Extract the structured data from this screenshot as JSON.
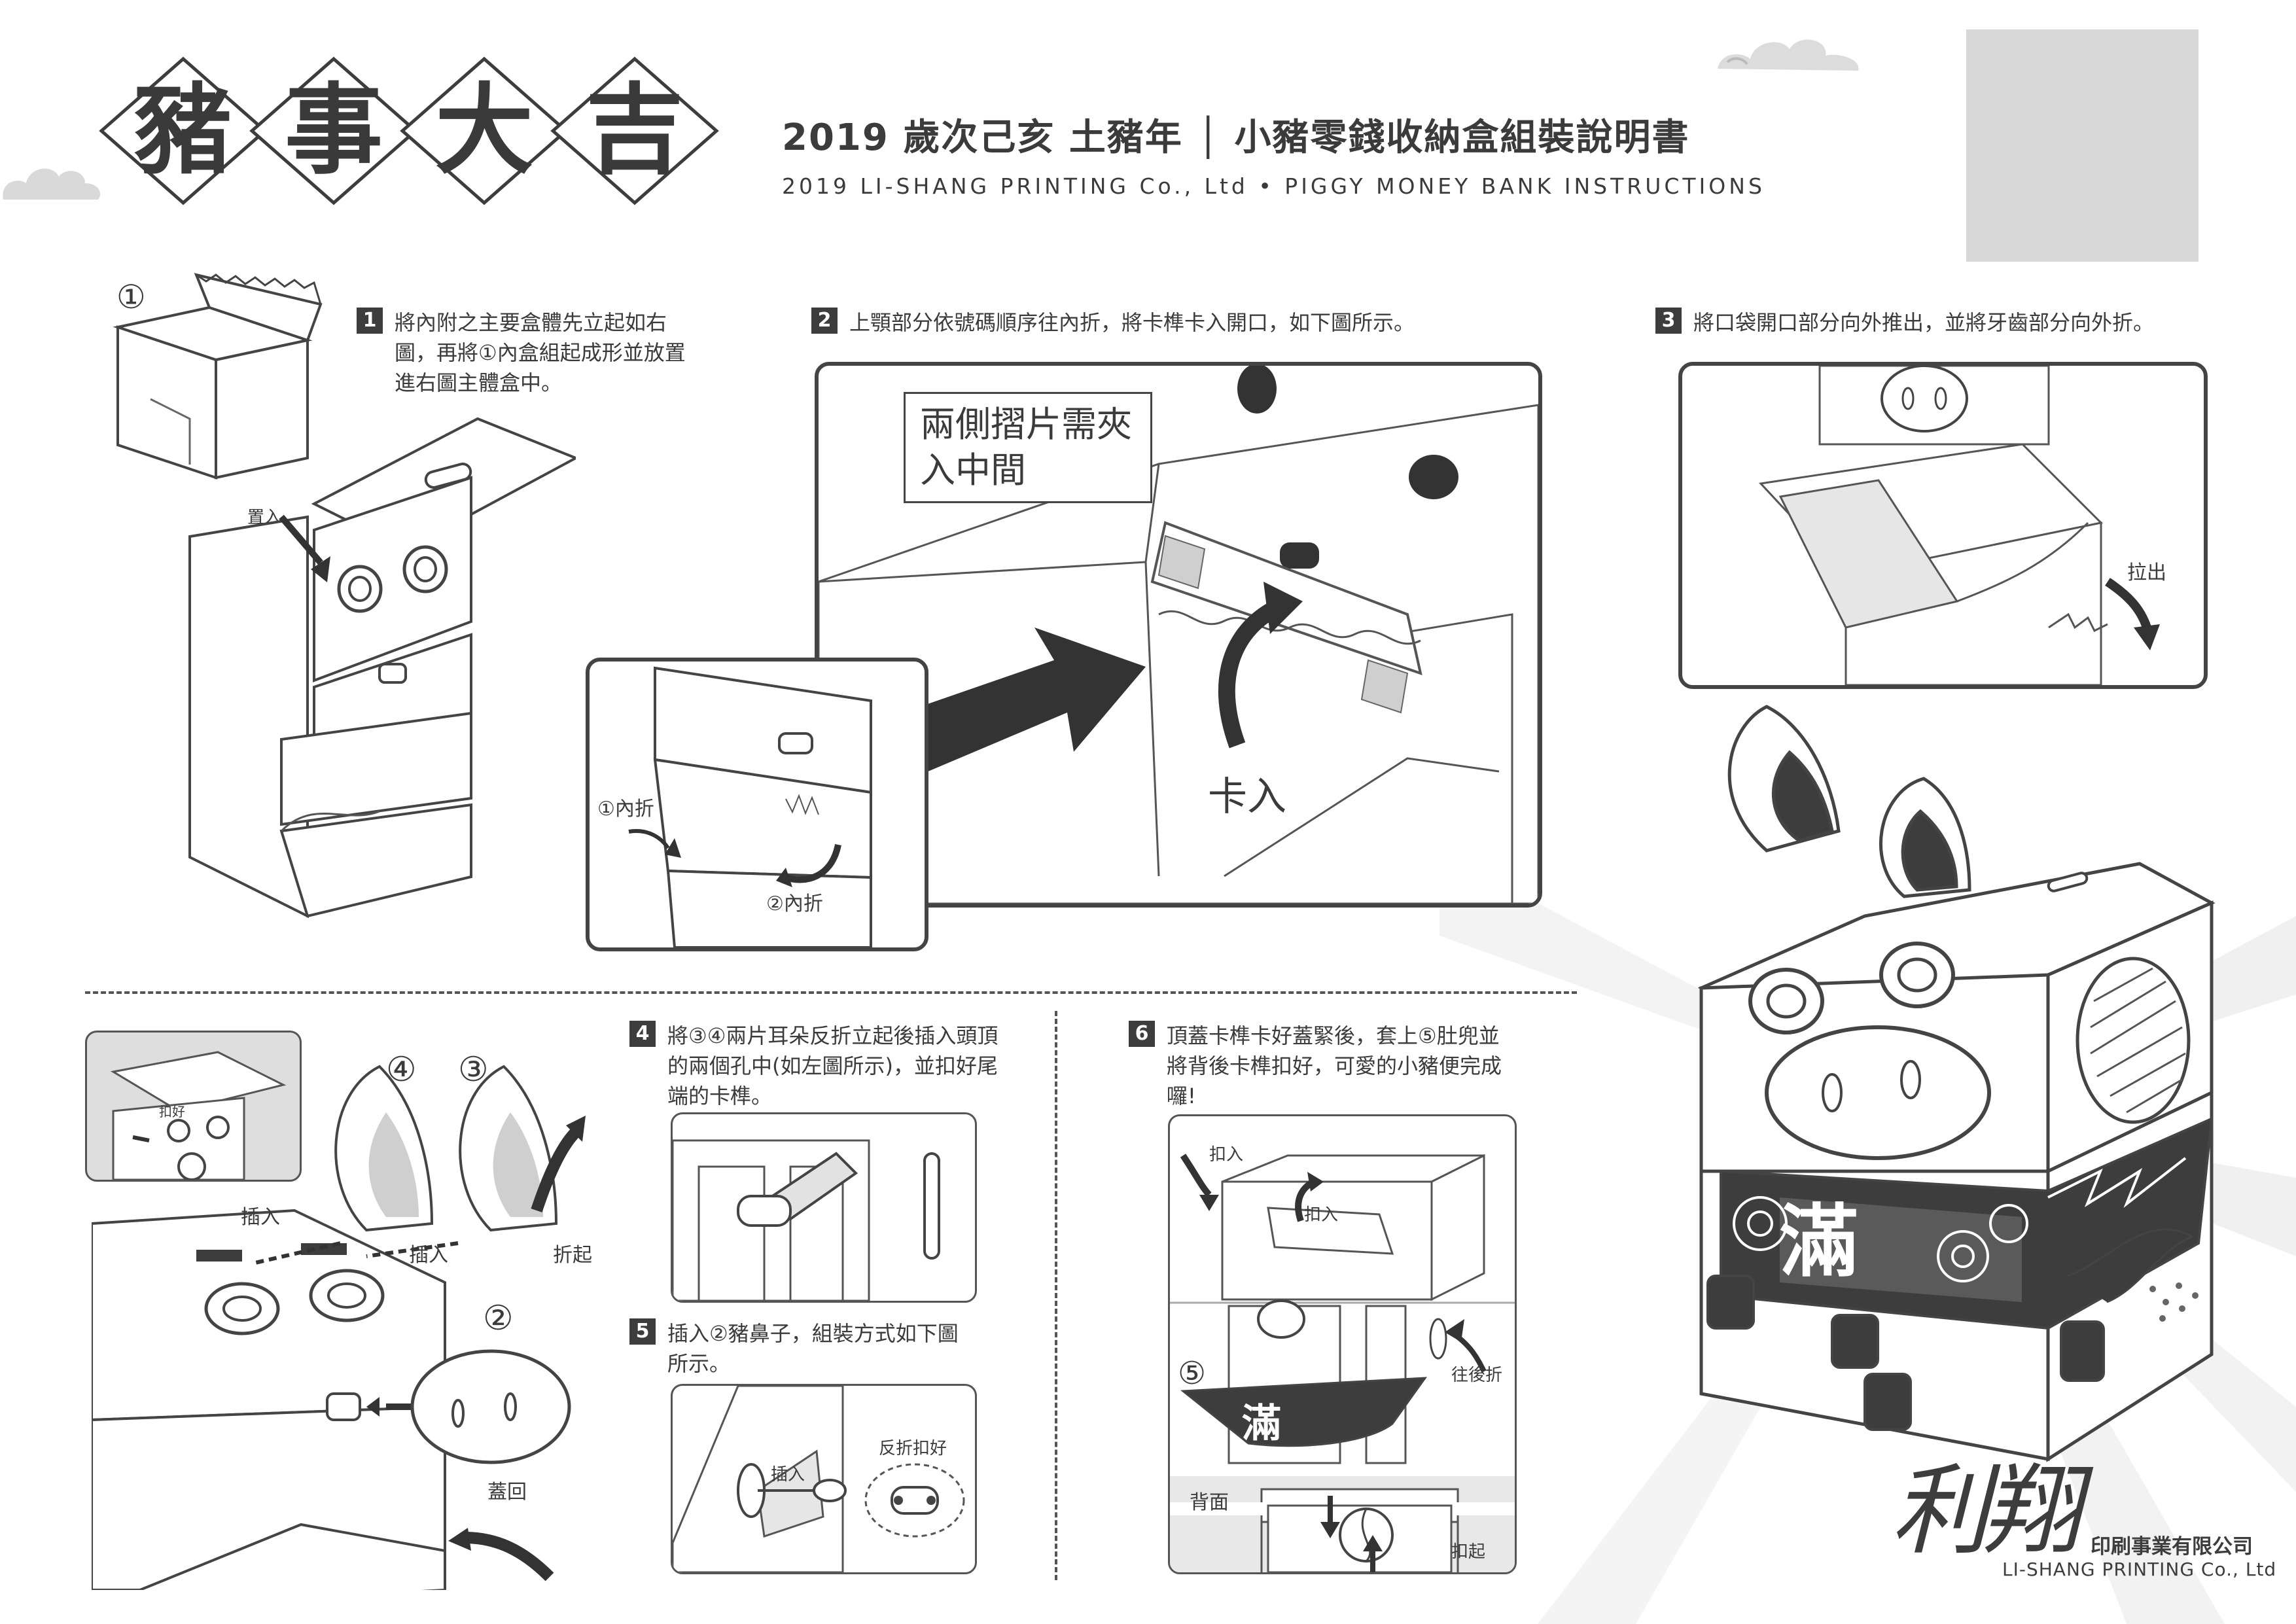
{
  "header": {
    "logo_chars": [
      "豬",
      "事",
      "大",
      "吉"
    ],
    "title": "2019 歲次己亥 土豬年 │ 小豬零錢收納盒組裝說明書",
    "subtitle": "2019 LI-SHANG PRINTING Co., Ltd • PIGGY MONEY BANK INSTRUCTIONS"
  },
  "steps": [
    {
      "num": "1",
      "text": "將內附之主要盒體先立起如右圖，再將①內盒組起成形並放置進右圖主體盒中。"
    },
    {
      "num": "2",
      "text": "上顎部分依號碼順序往內折，將卡榫卡入開口，如下圖所示。"
    },
    {
      "num": "3",
      "text": "將口袋開口部分向外推出，並將牙齒部分向外折。"
    },
    {
      "num": "4",
      "text": "將③④兩片耳朵反折立起後插入頭頂的兩個孔中(如左圖所示)，並扣好尾端的卡榫。"
    },
    {
      "num": "5",
      "text": "插入②豬鼻子，組裝方式如下圖所示。"
    },
    {
      "num": "6",
      "text": "頂蓋卡榫卡好蓋緊後，套上⑤肚兜並將背後卡榫扣好，可愛的小豬便完成囉!"
    }
  ],
  "labels": {
    "part1": "①",
    "place_in": "置入",
    "callout": "兩側摺片需夾入中間",
    "snap_in": "卡入",
    "fold1": "①內折",
    "fold2": "②內折",
    "pull_out": "拉出",
    "part4": "④",
    "part3": "③",
    "part2": "②",
    "insert": "插入",
    "fold_up": "折起",
    "lid_cover": "蓋回",
    "snapped": "扣好",
    "reverse_fold": "反折扣好",
    "fasten": "扣入",
    "part5": "⑤",
    "fold_back": "往後折",
    "back_side": "背面",
    "buckle_up": "扣起",
    "fortune_char": "滿"
  },
  "company": {
    "logo_text": "利翔",
    "name_zh": "印刷事業有限公司",
    "name_en": "LI-SHANG PRINTING Co., Ltd"
  },
  "colors": {
    "dark": "#3d3d3d",
    "mid_gray": "#cfcfcf",
    "light_gray": "#e6e6e6",
    "placeholder": "#d8d8d8"
  }
}
